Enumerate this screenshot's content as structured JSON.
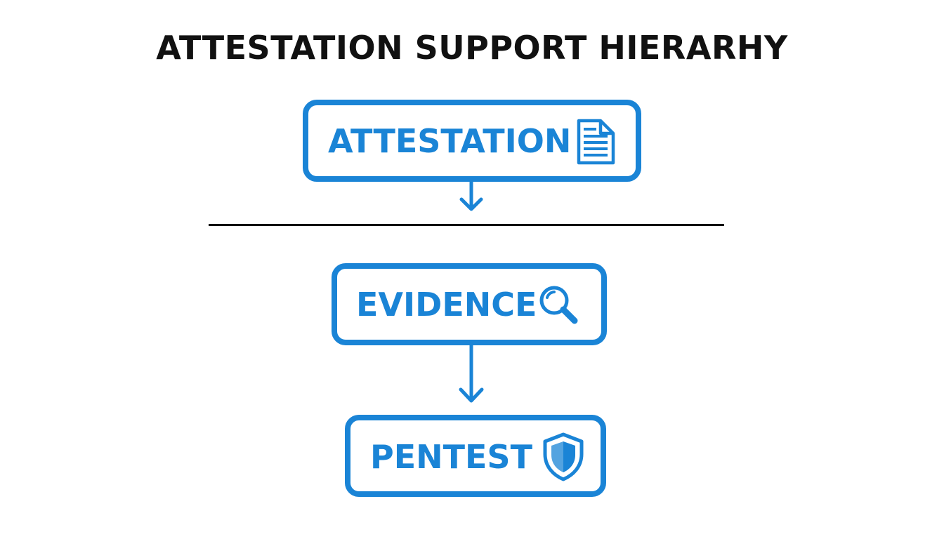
{
  "title": "ATTESTATION SUPPORT HIERARHY",
  "accent_color": "#1a84d6",
  "nodes": [
    {
      "label": "ATTESTATION",
      "icon": "document-icon"
    },
    {
      "label": "EVIDENCE",
      "icon": "magnifier-icon"
    },
    {
      "label": "PENTEST",
      "icon": "shield-icon"
    }
  ]
}
